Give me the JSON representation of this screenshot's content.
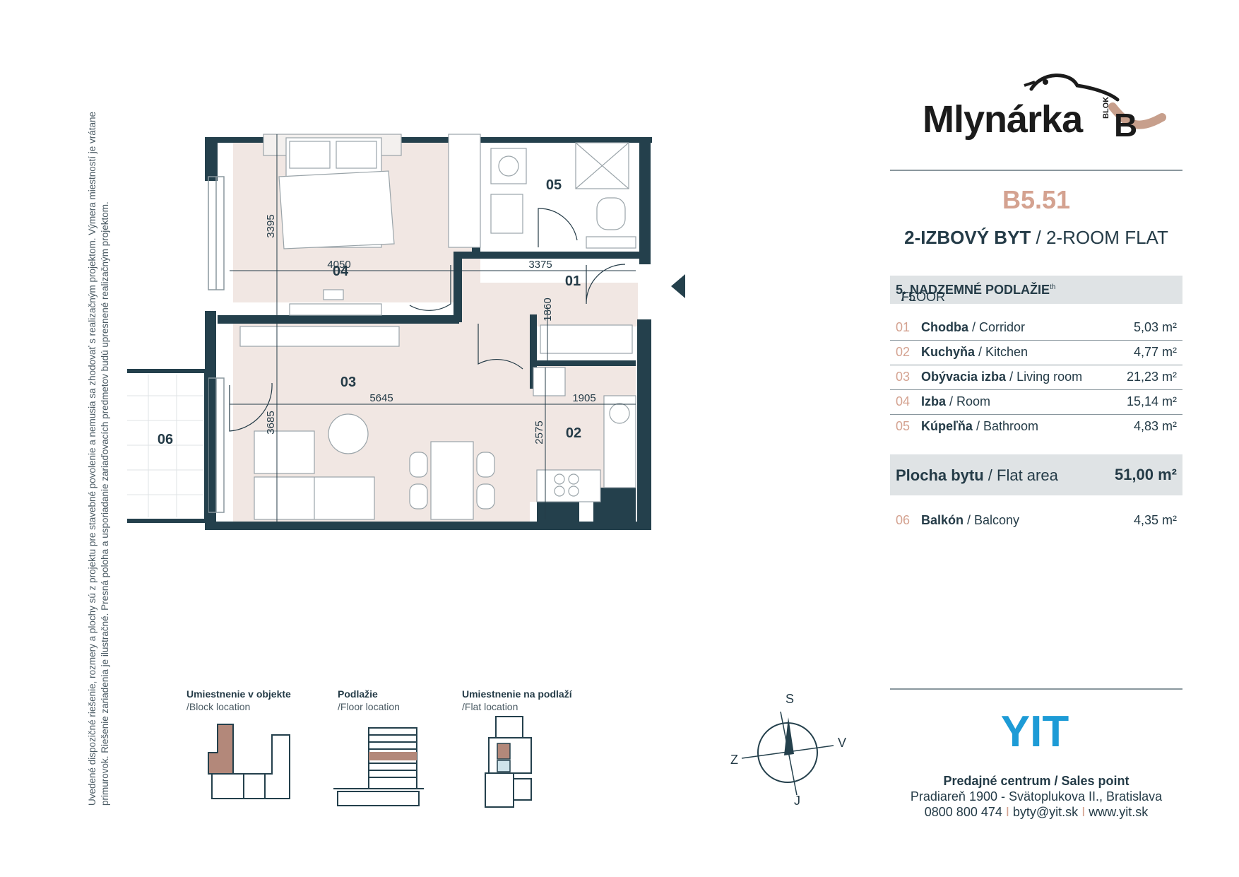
{
  "disclaimer": "Uvedené dispozičné riešenie, rozmery a plochy sú z projektu pre stavebné povolenie a nemusia sa zhodovať s realizačným projektom. Výmera miestností je vrátane primurovok. Riešenie zariadenia je ilustračné. Presná poloha a usporiadanie zariaďovacích predmetov budú upresnené realizačným projektom.",
  "logo": {
    "name": "Mlynárka",
    "blok_label": "BLOK",
    "blok_letter": "B"
  },
  "unit": {
    "code": "B5.51",
    "type_sk": "2-IZBOVÝ BYT",
    "type_en": " / 2-ROOM FLAT",
    "floor_sk": "5. NADZEMNÉ PODLAŽIE",
    "floor_en_pre": " / 5",
    "floor_en_sup": "th",
    "floor_en_post": " FLOOR"
  },
  "rooms": [
    {
      "num": "01",
      "sk": "Chodba",
      "en": " / Corridor",
      "area": "5,03 m²"
    },
    {
      "num": "02",
      "sk": "Kuchyňa",
      "en": " / Kitchen",
      "area": "4,77 m²"
    },
    {
      "num": "03",
      "sk": "Obývacia izba",
      "en": " / Living room",
      "area": "21,23 m²"
    },
    {
      "num": "04",
      "sk": "Izba",
      "en": " / Room",
      "area": "15,14 m²"
    },
    {
      "num": "05",
      "sk": "Kúpeľňa",
      "en": " / Bathroom",
      "area": "4,83 m²"
    }
  ],
  "total": {
    "sk": "Plocha bytu",
    "en": " / Flat area",
    "area": "51,00 m²"
  },
  "balcony": {
    "num": "06",
    "sk": "Balkón",
    "en": " / Balcony",
    "area": "4,35 m²"
  },
  "plan": {
    "labels": {
      "r01": "01",
      "r02": "02",
      "r03": "03",
      "r04": "04",
      "r05": "05",
      "r06": "06"
    },
    "dims": {
      "d4050": "4050",
      "d3395": "3395",
      "d3375": "3375",
      "d1860": "1860",
      "d5645": "5645",
      "d1905": "1905",
      "d3685": "3685",
      "d2575": "2575"
    }
  },
  "locations": [
    {
      "title": "Umiestnenie v objekte",
      "sub": "/Block location"
    },
    {
      "title": "Podlažie",
      "sub": "/Floor location"
    },
    {
      "title": "Umiestnenie na podlaží",
      "sub": "/Flat location"
    }
  ],
  "compass": {
    "n": "S",
    "e": "V",
    "s": "J",
    "w": "Z"
  },
  "brand": {
    "name": "YIT"
  },
  "sales": {
    "title": "Predajné centrum / Sales point",
    "address": "Pradiareň 1900 - Svätoplukova II., Bratislava",
    "phone": "0800 800 474",
    "email": "byty@yit.sk",
    "web": "www.yit.sk",
    "sep": " I "
  },
  "colors": {
    "wall": "#24404c",
    "floor": "#f1e7e3",
    "accent": "#d4a290",
    "brand": "#1d9bd6",
    "bar": "#dfe3e5"
  }
}
